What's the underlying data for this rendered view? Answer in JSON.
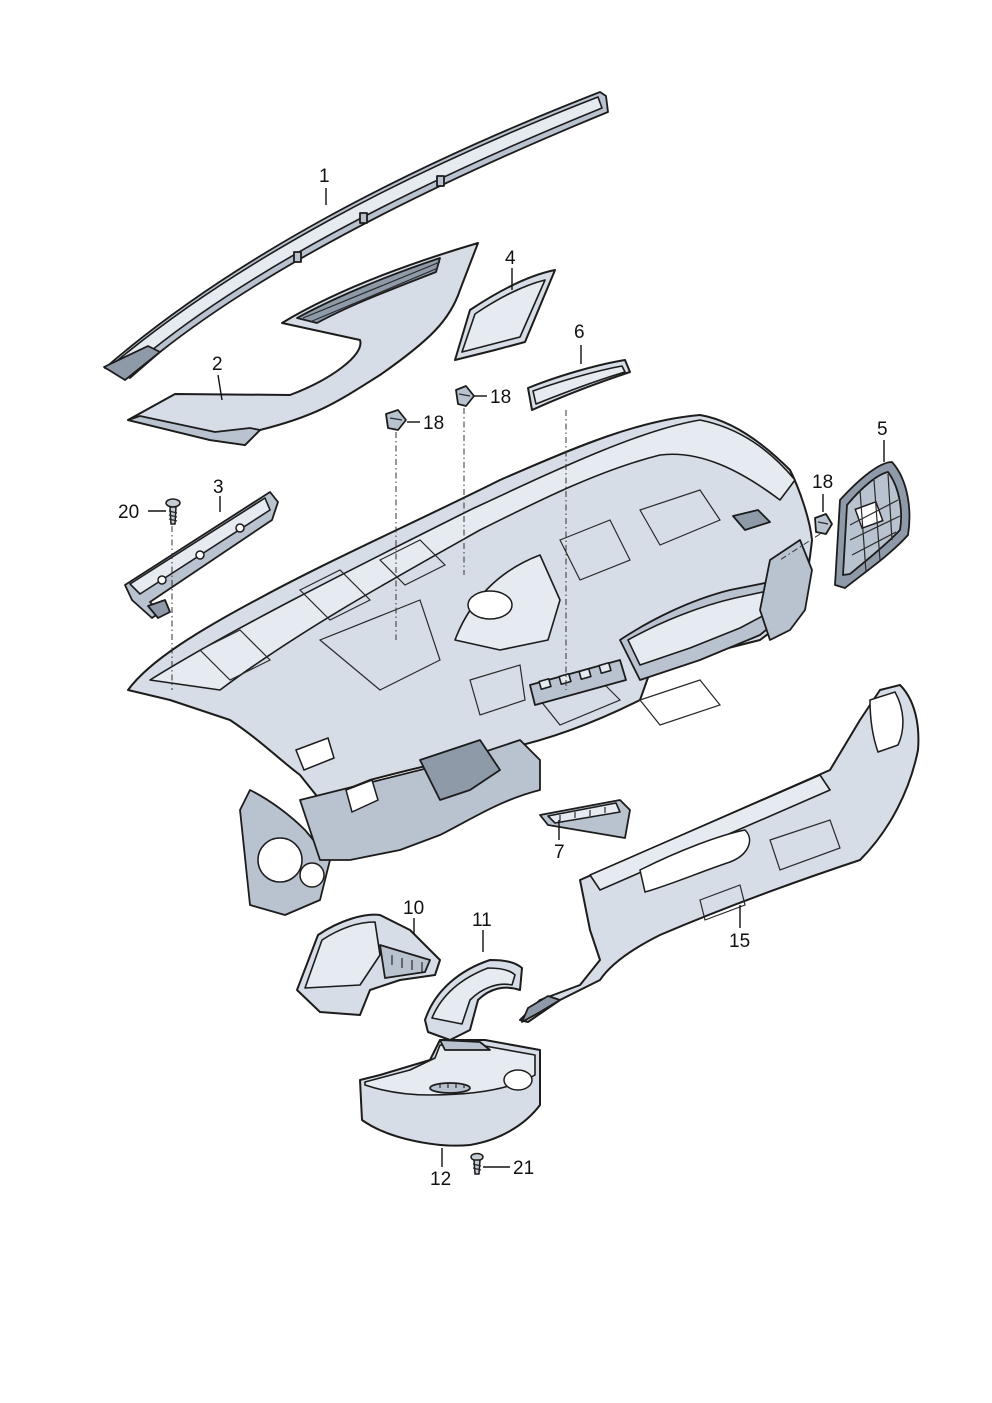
{
  "callouts": {
    "c1": "1",
    "c2": "2",
    "c3": "3",
    "c4": "4",
    "c5": "5",
    "c6": "6",
    "c7": "7",
    "c10": "10",
    "c11": "11",
    "c12": "12",
    "c15": "15",
    "c18a": "18",
    "c18b": "18",
    "c18c": "18",
    "c20": "20",
    "c21": "21"
  },
  "colors": {
    "part_fill": "#d6dde6",
    "part_shade": "#b9c3cf",
    "part_dark": "#8e9aa8",
    "outline": "#1c1c1c"
  }
}
